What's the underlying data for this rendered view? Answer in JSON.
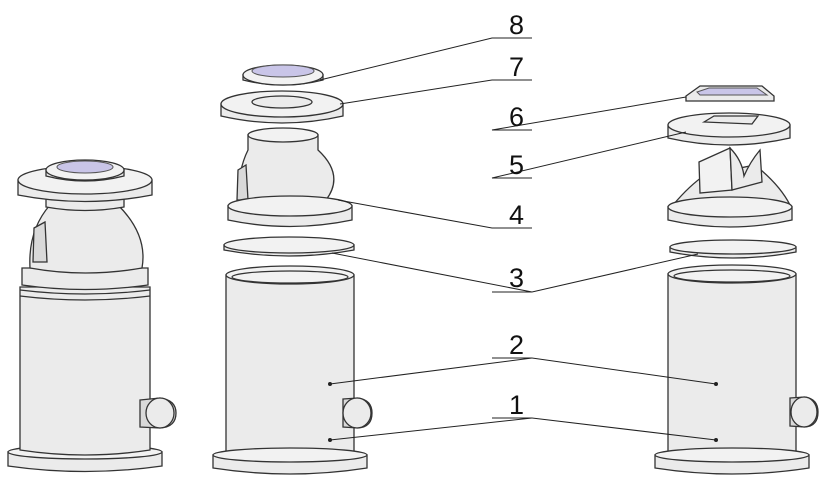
{
  "labels": [
    {
      "id": "1",
      "text": "1"
    },
    {
      "id": "2",
      "text": "2"
    },
    {
      "id": "3",
      "text": "3"
    },
    {
      "id": "4",
      "text": "4"
    },
    {
      "id": "5",
      "text": "5"
    },
    {
      "id": "6",
      "text": "6"
    },
    {
      "id": "7",
      "text": "7"
    },
    {
      "id": "8",
      "text": "8"
    }
  ],
  "colors": {
    "body": "#ebebeb",
    "outline": "#333333",
    "window": "#c9c5e8",
    "leader": "#222222"
  }
}
